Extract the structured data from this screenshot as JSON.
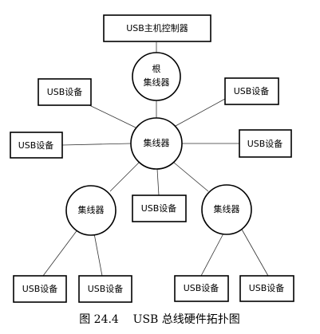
{
  "diagram": {
    "host_controller": "USB主机控制器",
    "root_hub_line1": "根",
    "root_hub_line2": "集线器",
    "center_hub": "集线器",
    "left_hub": "集线器",
    "right_hub": "集线器",
    "device_upper_left": "USB设备",
    "device_upper_right": "USB设备",
    "device_mid_left": "USB设备",
    "device_mid_right": "USB设备",
    "device_center_below": "USB设备",
    "device_bottom_1": "USB设备",
    "device_bottom_2": "USB设备",
    "device_bottom_3": "USB设备",
    "device_bottom_4": "USB设备"
  },
  "caption": "图 24.4    USB 总线硬件拓扑图"
}
